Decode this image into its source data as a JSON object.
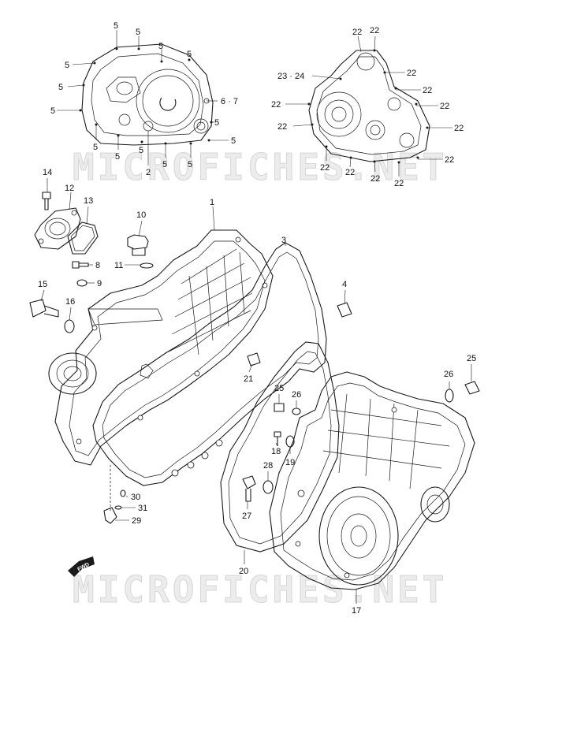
{
  "watermark": "MICROFICHES.NET",
  "fwd_label": "FWD",
  "callouts": {
    "c1": "1",
    "c2": "2",
    "c3": "3",
    "c4": "4",
    "c5": "5",
    "c67": "6 · 7",
    "c8": "8",
    "c9": "9",
    "c10": "10",
    "c11": "11",
    "c12": "12",
    "c13": "13",
    "c14": "14",
    "c15": "15",
    "c16": "16",
    "c17": "17",
    "c18": "18",
    "c19": "19",
    "c20": "20",
    "c21": "21",
    "c22": "22",
    "c2324": "23 · 24",
    "c25": "25",
    "c26": "26",
    "c27": "27",
    "c28": "28",
    "c29": "29",
    "c30": "30",
    "c31": "31"
  }
}
